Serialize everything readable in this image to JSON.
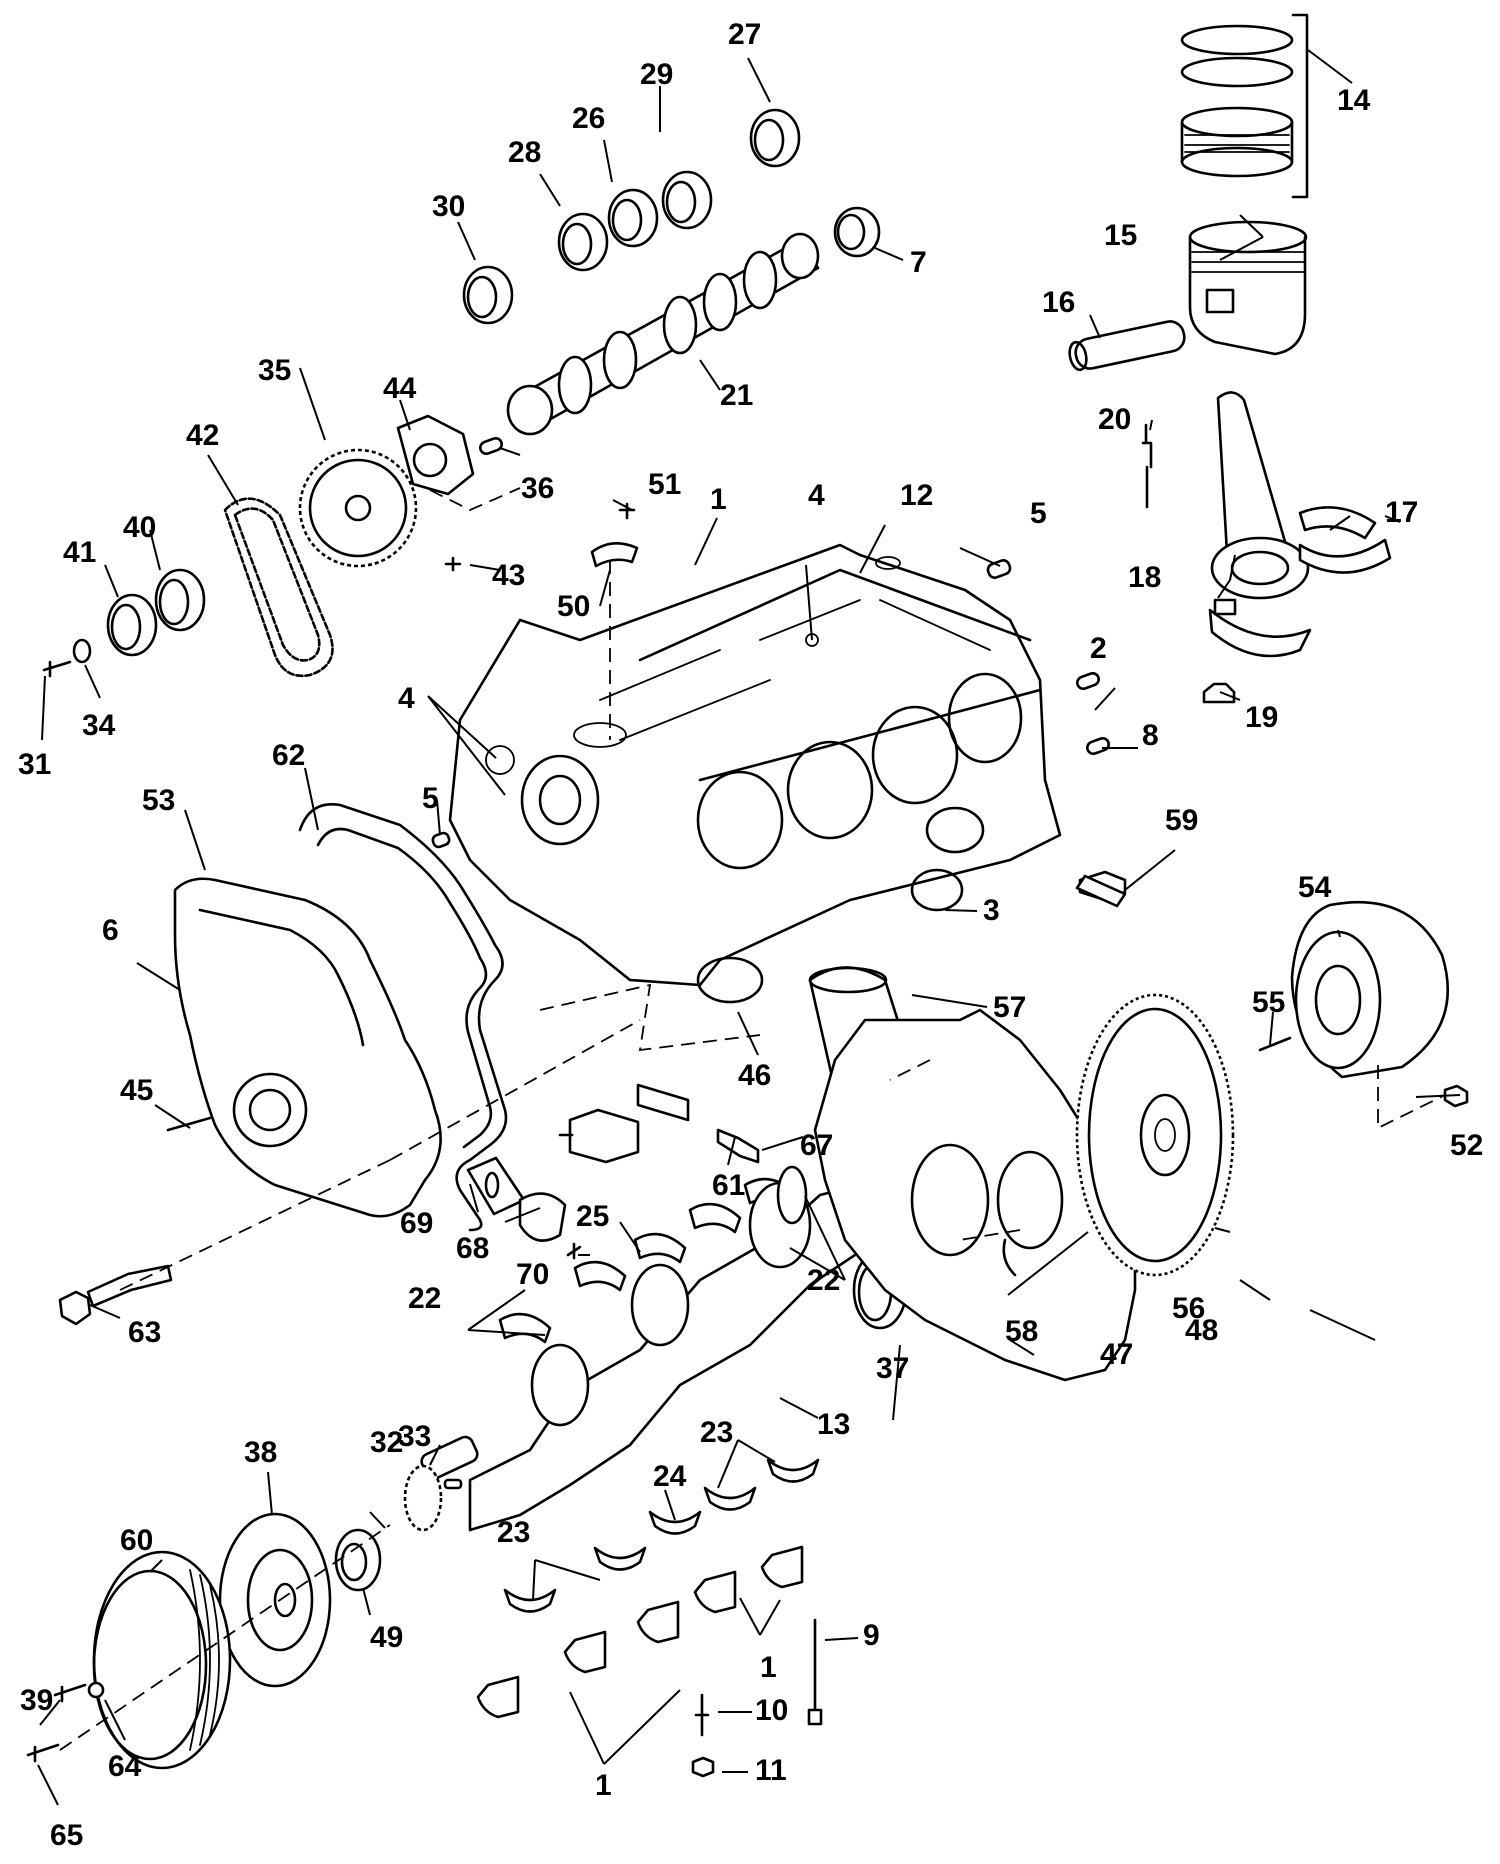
{
  "parts": [
    {
      "id": "cylinder-block",
      "callouts": [
        "1",
        "1",
        "1",
        "1"
      ]
    },
    {
      "id": "dowel-pin",
      "callouts": [
        "2"
      ]
    },
    {
      "id": "expansion-plug",
      "callouts": [
        "3"
      ]
    },
    {
      "id": "pipe-plug",
      "callouts": [
        "4",
        "4"
      ]
    },
    {
      "id": "plug",
      "callouts": [
        "5",
        "5"
      ]
    },
    {
      "id": "front-cover-pin",
      "callouts": [
        "6"
      ]
    },
    {
      "id": "camshaft-plug",
      "callouts": [
        "7"
      ]
    },
    {
      "id": "dowel",
      "callouts": [
        "8"
      ]
    },
    {
      "id": "main-cap-bolt",
      "callouts": [
        "9"
      ]
    },
    {
      "id": "main-cap-stud",
      "callouts": [
        "10"
      ]
    },
    {
      "id": "main-cap-nut",
      "callouts": [
        "11"
      ]
    },
    {
      "id": "oil-plug",
      "callouts": [
        "12"
      ]
    },
    {
      "id": "crankshaft",
      "callouts": [
        "13"
      ]
    },
    {
      "id": "piston-rings",
      "callouts": [
        "14"
      ]
    },
    {
      "id": "piston",
      "callouts": [
        "15"
      ]
    },
    {
      "id": "piston-pin",
      "callouts": [
        "16"
      ]
    },
    {
      "id": "rod-bearing",
      "callouts": [
        "17"
      ]
    },
    {
      "id": "connecting-rod",
      "callouts": [
        "18"
      ]
    },
    {
      "id": "rod-nut",
      "callouts": [
        "19"
      ]
    },
    {
      "id": "rod-bolt",
      "callouts": [
        "20"
      ]
    },
    {
      "id": "camshaft",
      "callouts": [
        "21"
      ]
    },
    {
      "id": "main-bearing",
      "callouts": [
        "22",
        "22"
      ]
    },
    {
      "id": "lower-bearing",
      "callouts": [
        "23",
        "23"
      ]
    },
    {
      "id": "thrust-bearing-lower",
      "callouts": [
        "24"
      ]
    },
    {
      "id": "thrust-bearing-upper",
      "callouts": [
        "25"
      ]
    },
    {
      "id": "cam-bearing-2",
      "callouts": [
        "26"
      ]
    },
    {
      "id": "cam-bearing-rear",
      "callouts": [
        "27"
      ]
    },
    {
      "id": "cam-bearing-3",
      "callouts": [
        "28"
      ]
    },
    {
      "id": "cam-bearing-4",
      "callouts": [
        "29"
      ]
    },
    {
      "id": "cam-bearing-front",
      "callouts": [
        "30"
      ]
    },
    {
      "id": "bolt",
      "callouts": [
        "31"
      ]
    },
    {
      "id": "crank-sprocket",
      "callouts": [
        "32"
      ]
    },
    {
      "id": "key",
      "callouts": [
        "33"
      ]
    },
    {
      "id": "washer",
      "callouts": [
        "34"
      ]
    },
    {
      "id": "cam-sprocket",
      "callouts": [
        "35"
      ]
    },
    {
      "id": "thrust-pin",
      "callouts": [
        "36"
      ]
    },
    {
      "id": "rear-seal",
      "callouts": [
        "37"
      ]
    },
    {
      "id": "balancer",
      "callouts": [
        "38"
      ]
    },
    {
      "id": "pulley-bolt",
      "callouts": [
        "39"
      ]
    },
    {
      "id": "spacer-a",
      "callouts": [
        "40"
      ]
    },
    {
      "id": "spacer-b",
      "callouts": [
        "41"
      ]
    },
    {
      "id": "timing-chain",
      "callouts": [
        "42"
      ]
    },
    {
      "id": "retainer-screw",
      "callouts": [
        "43"
      ]
    },
    {
      "id": "thrust-plate",
      "callouts": [
        "44"
      ]
    },
    {
      "id": "cover-pin",
      "callouts": [
        "45"
      ]
    },
    {
      "id": "fitting",
      "callouts": [
        "46"
      ]
    },
    {
      "id": "flywheel",
      "callouts": [
        "47"
      ]
    },
    {
      "id": "ring-gear",
      "callouts": [
        "48"
      ]
    },
    {
      "id": "front-seal",
      "callouts": [
        "49"
      ]
    },
    {
      "id": "oil-deflector",
      "callouts": [
        "50"
      ]
    },
    {
      "id": "deflector-screw",
      "callouts": [
        "51"
      ]
    },
    {
      "id": "coupler-nut",
      "callouts": [
        "52"
      ]
    },
    {
      "id": "timing-cover",
      "callouts": [
        "53"
      ]
    },
    {
      "id": "coupler",
      "callouts": [
        "54"
      ]
    },
    {
      "id": "coupler-stud",
      "callouts": [
        "55"
      ]
    },
    {
      "id": "adapter-plate",
      "callouts": [
        "56"
      ]
    },
    {
      "id": "oil-filter",
      "callouts": [
        "57"
      ]
    },
    {
      "id": "plate-screw",
      "callouts": [
        "58"
      ]
    },
    {
      "id": "drain-fitting",
      "callouts": [
        "59"
      ]
    },
    {
      "id": "pulley",
      "callouts": [
        "60"
      ]
    },
    {
      "id": "oil-pressure-sender",
      "callouts": [
        "61"
      ]
    },
    {
      "id": "cover-gasket",
      "callouts": [
        "62"
      ]
    },
    {
      "id": "balancer-bolt",
      "callouts": [
        "63"
      ]
    },
    {
      "id": "pulley-washer",
      "callouts": [
        "64"
      ]
    },
    {
      "id": "pulley-screw",
      "callouts": [
        "65"
      ]
    },
    {
      "id": "temp-sender",
      "callouts": [
        "67"
      ]
    },
    {
      "id": "pump-plate-gasket",
      "callouts": [
        "68"
      ]
    },
    {
      "id": "pump-plate",
      "callouts": [
        "69"
      ]
    },
    {
      "id": "plate-bolt",
      "callouts": [
        "70"
      ]
    }
  ]
}
